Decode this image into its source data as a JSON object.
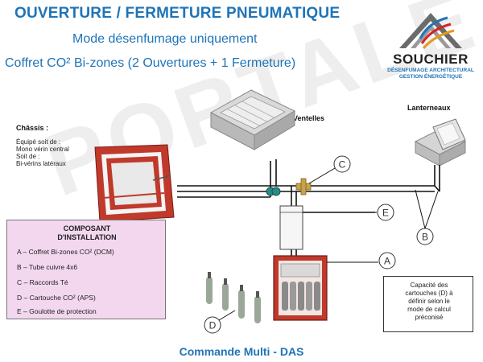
{
  "header": {
    "title": "OUVERTURE / FERMETURE PNEUMATIQUE",
    "subtitle": "Mode désenfumage uniquement",
    "subtitle2": "Coffret CO² Bi-zones (2 Ouvertures + 1 Fermeture)"
  },
  "logo": {
    "name": "SOUCHIER",
    "tagline_1": "DÉSENFUMAGE ARCHITECTURAL",
    "tagline_2": "GESTION ÉNERGÉTIQUE"
  },
  "watermark": "PORTALET",
  "chassis": {
    "title": "Châssis :",
    "text": "Équipé soit de :\nMono vérin central\nSoit de :\nBi-vérins latéraux"
  },
  "labels": {
    "ventelles": "Ventelles",
    "lanterneaux": "Lanterneaux"
  },
  "callouts": {
    "a": "A",
    "b": "B",
    "c": "C",
    "d": "D",
    "e": "E"
  },
  "legend": {
    "title": "COMPOSANT\nD'INSTALLATION",
    "items": [
      "A – Coffret Bi-zones CO² (DCM)",
      "B – Tube cuivre 4x6",
      "C – Raccords Té",
      "D – Cartouche CO² (APS)",
      "E – Goulotte de protection"
    ]
  },
  "capacity_note": "Capacité des\ncartouches (D) à\ndéfinir selon le\nmode de calcul\npréconisé",
  "footer": "Commande Multi - DAS",
  "colors": {
    "title_blue": "#1f74b7",
    "legend_bg": "#f3d7ef",
    "frame_red": "#c0392b",
    "callout_green": "#2a8a8a"
  }
}
